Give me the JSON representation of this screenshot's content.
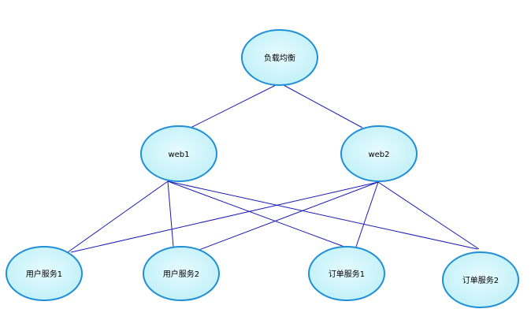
{
  "colors": {
    "edge": "#1a1ab8",
    "node_fill_center": "#e6fbff",
    "node_fill_edge": "#bff0f7",
    "node_stroke": "#1f8fd6"
  },
  "nodes": {
    "lb": {
      "label": "负载均衡"
    },
    "web1": {
      "label": "web1"
    },
    "web2": {
      "label": "web2"
    },
    "user1": {
      "label": "用户服务1"
    },
    "user2": {
      "label": "用户服务2"
    },
    "order1": {
      "label": "订单服务1"
    },
    "order2": {
      "label": "订单服务2"
    }
  },
  "edges": [
    {
      "from": "lb",
      "to": "web1"
    },
    {
      "from": "lb",
      "to": "web2"
    },
    {
      "from": "web1",
      "to": "user1"
    },
    {
      "from": "web1",
      "to": "user2"
    },
    {
      "from": "web1",
      "to": "order1"
    },
    {
      "from": "web1",
      "to": "order2"
    },
    {
      "from": "web2",
      "to": "user1"
    },
    {
      "from": "web2",
      "to": "user2"
    },
    {
      "from": "web2",
      "to": "order1"
    },
    {
      "from": "web2",
      "to": "order2"
    }
  ]
}
